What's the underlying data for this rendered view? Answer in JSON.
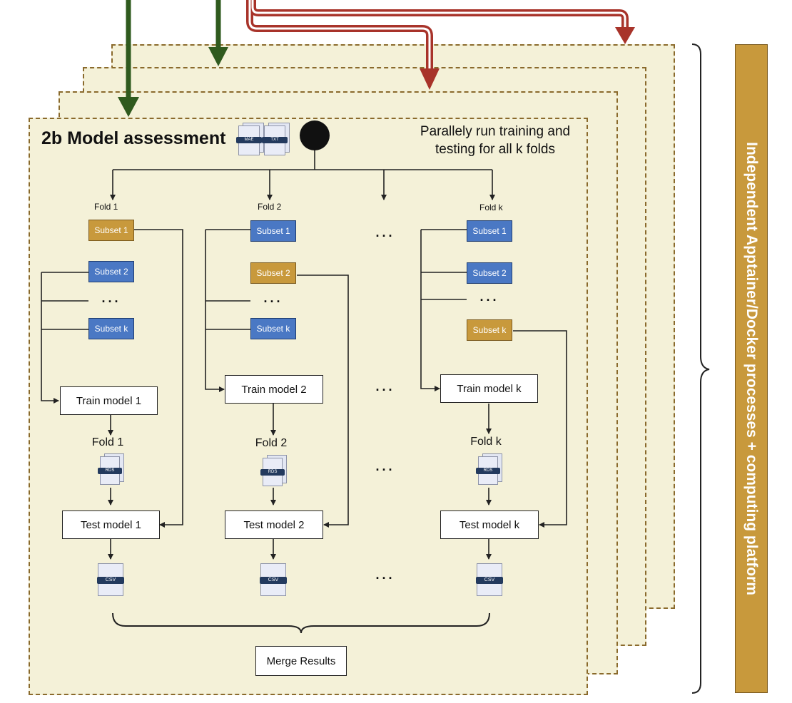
{
  "title": "2b Model assessment",
  "note": "Parallely run training and testing for all k folds",
  "input_files": [
    "MAE",
    "TXT"
  ],
  "folds": [
    {
      "label": "Fold 1",
      "subsets": [
        "Subset 1",
        "Subset 2",
        "...",
        "Subset k"
      ],
      "train": "Train model 1",
      "fold_name": "Fold 1",
      "model_file": "RDS",
      "test": "Test model 1",
      "result_file": "CSV"
    },
    {
      "label": "Fold 2",
      "subsets": [
        "Subset 1",
        "Subset 2",
        "...",
        "Subset k"
      ],
      "train": "Train model 2",
      "fold_name": "Fold 2",
      "model_file": "RDS",
      "test": "Test model 2",
      "result_file": "CSV"
    },
    {
      "label": "Fold k",
      "subsets": [
        "Subset 1",
        "Subset 2",
        "...",
        "Subset k"
      ],
      "train": "Train model k",
      "fold_name": "Fold k",
      "model_file": "RDS",
      "test": "Test model k",
      "result_file": "CSV"
    }
  ],
  "ellipsis": "...",
  "merge": "Merge Results",
  "side_label": "Independent Apptainer/Docker processes + computing platform",
  "colors": {
    "panel": "#f4f1d8",
    "panel_border": "#8a6a2c",
    "train_subset": "#4a78c4",
    "test_subset": "#c8993c",
    "green_arrow": "#2f5a1e",
    "red_arrow": "#a8332a",
    "side_bar": "#c8993c"
  }
}
